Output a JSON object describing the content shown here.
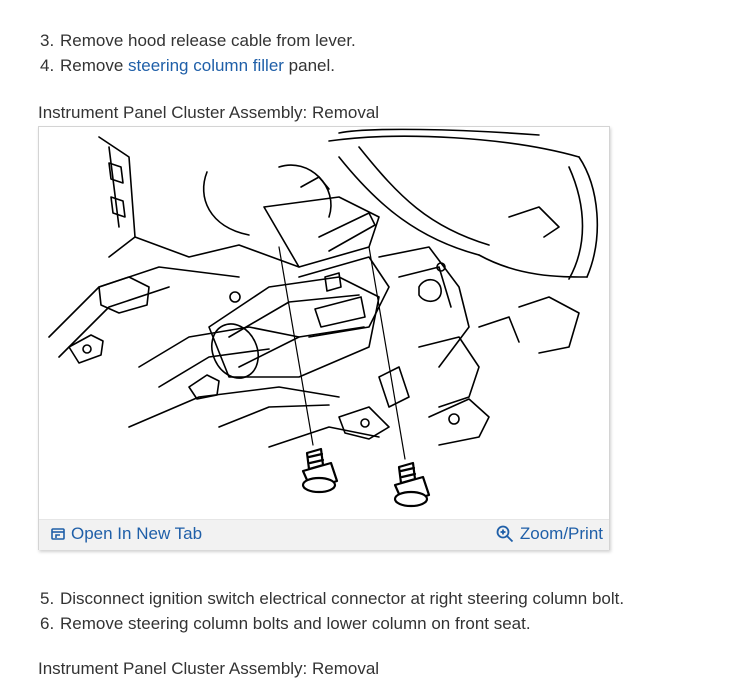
{
  "steps_top": [
    {
      "number": "3.",
      "text": "Remove hood release cable from lever."
    },
    {
      "number": "4.",
      "text_before": "Remove ",
      "link": "steering column filler",
      "text_after": " panel."
    }
  ],
  "figure": {
    "caption": "Instrument Panel Cluster Assembly: Removal",
    "open_tab_label": "Open In New Tab",
    "zoom_label": "Zoom/Print",
    "open_icon": "open-in-new-tab-icon",
    "zoom_icon": "zoom-in-icon"
  },
  "steps_bottom": [
    {
      "number": "5.",
      "text": "Disconnect ignition switch electrical connector at right steering column bolt."
    },
    {
      "number": "6.",
      "text": "Remove steering column bolts and lower column on front seat."
    }
  ],
  "next_caption_partial": "Instrument Panel Cluster Assembly: Removal",
  "colors": {
    "text": "#333333",
    "link": "#1f5fa8",
    "toolbar_bg": "#f2f2f2"
  }
}
